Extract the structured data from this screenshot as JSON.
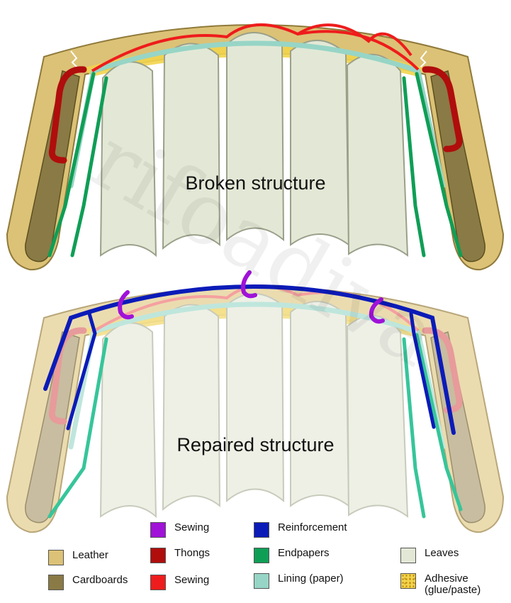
{
  "titles": {
    "broken": "Broken structure",
    "repaired": "Repaired structure"
  },
  "watermark": "rifoadiva",
  "legend": [
    {
      "key": "sewing_purple",
      "label": "Sewing",
      "color": "#a012d8"
    },
    {
      "key": "reinforcement",
      "label": "Reinforcement",
      "color": "#0b1bb8"
    },
    {
      "key": "leather",
      "label": "Leather",
      "color": "#dcc276"
    },
    {
      "key": "thongs",
      "label": "Thongs",
      "color": "#b00d0d"
    },
    {
      "key": "endpapers",
      "label": "Endpapers",
      "color": "#0f9e56"
    },
    {
      "key": "leaves",
      "label": "Leaves",
      "color": "#e3e8d6"
    },
    {
      "key": "cardboards",
      "label": "Cardboards",
      "color": "#8a7a45"
    },
    {
      "key": "sewing_red",
      "label": "Sewing",
      "color": "#ee1c1c"
    },
    {
      "key": "lining",
      "label": "Lining (paper)",
      "color": "#97d5c6"
    },
    {
      "key": "adhesive",
      "label": "Adhesive\n(glue/paste)",
      "color": "#f2d44c"
    }
  ]
}
